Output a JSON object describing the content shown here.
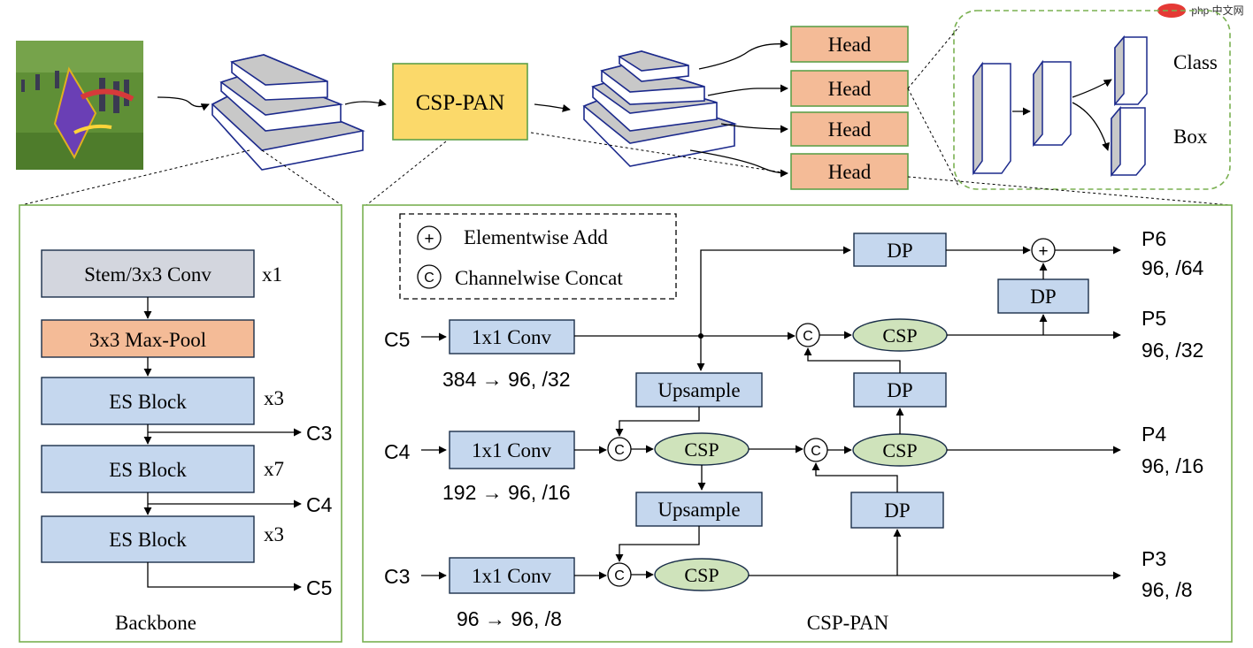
{
  "watermark": "php 中文网",
  "top": {
    "neck_label": "CSP-PAN",
    "heads": [
      "Head",
      "Head",
      "Head",
      "Head"
    ],
    "head_outputs": {
      "class_label": "Class",
      "box_label": "Box"
    }
  },
  "backbone": {
    "title": "Backbone",
    "blocks": [
      {
        "label": "Stem/3x3 Conv",
        "repeat": "x1"
      },
      {
        "label": "3x3 Max-Pool",
        "repeat": ""
      },
      {
        "label": "ES Block",
        "repeat": "x3"
      },
      {
        "label": "ES Block",
        "repeat": "x7"
      },
      {
        "label": "ES Block",
        "repeat": "x3"
      }
    ],
    "outputs": [
      "C3",
      "C4",
      "C5"
    ]
  },
  "csppan": {
    "title": "CSP-PAN",
    "legend": {
      "add_symbol": "+",
      "add_label": "Elementwise Add",
      "concat_symbol": "C",
      "concat_label": "Channelwise Concat"
    },
    "inputs": [
      {
        "name": "C5",
        "conv": "1x1 Conv",
        "note": "384 → 96, /32"
      },
      {
        "name": "C4",
        "conv": "1x1 Conv",
        "note": "192 → 96, /16"
      },
      {
        "name": "C3",
        "conv": "1x1 Conv",
        "note": "96 → 96, /8"
      }
    ],
    "upsample_label": "Upsample",
    "csp_label": "CSP",
    "dp_label": "DP",
    "add_symbol": "+",
    "concat_symbol": "C",
    "outputs": [
      {
        "name": "P6",
        "desc": "96, /64"
      },
      {
        "name": "P5",
        "desc": "96, /32"
      },
      {
        "name": "P4",
        "desc": "96, /16"
      },
      {
        "name": "P3",
        "desc": "96, /8"
      }
    ]
  }
}
